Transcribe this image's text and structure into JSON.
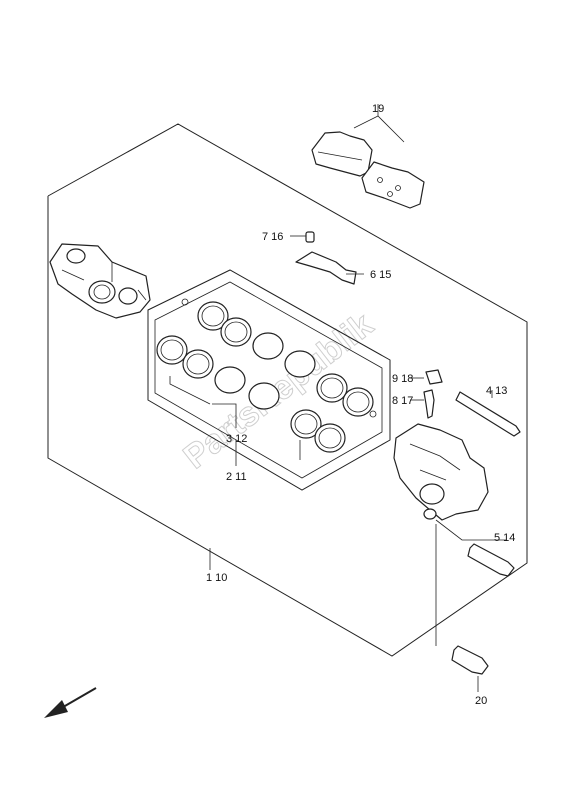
{
  "watermark": "PartsRepublik",
  "labels": {
    "l19": "19",
    "l7_16": "7 16",
    "l6_15": "6 15",
    "l9_18": "9 18",
    "l8_17": "8 17",
    "l4_13": "4 13",
    "l3_12": "3 12",
    "l2_11": "2 11",
    "l5_14": "5 14",
    "l1_10": "1 10",
    "l20": "20"
  }
}
